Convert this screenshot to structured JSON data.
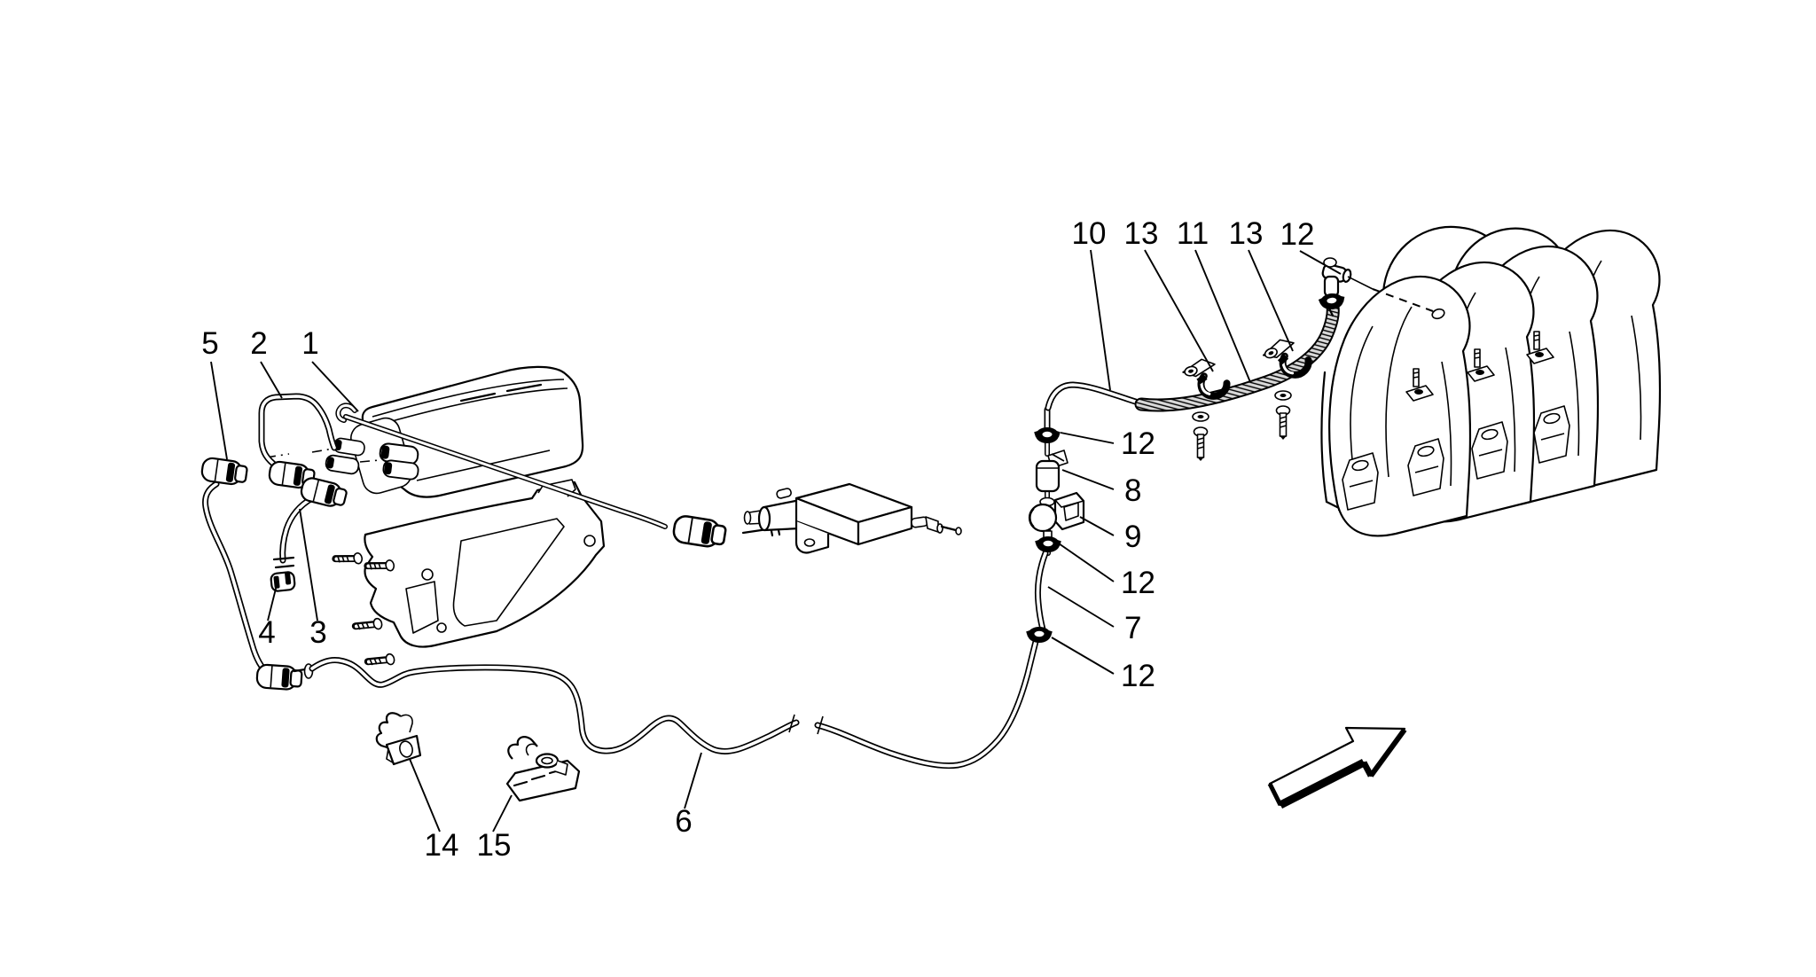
{
  "figure": {
    "colors": {
      "background": "#ffffff",
      "line": "#000000",
      "braid_fill": "#d9d9d9"
    },
    "icons": {
      "direction_arrow": "block-arrow-up-right"
    }
  },
  "callouts": [
    {
      "label": "5"
    },
    {
      "label": "2"
    },
    {
      "label": "1"
    },
    {
      "label": "4"
    },
    {
      "label": "3"
    },
    {
      "label": "14"
    },
    {
      "label": "15"
    },
    {
      "label": "6"
    },
    {
      "label": "10"
    },
    {
      "label": "13"
    },
    {
      "label": "11"
    },
    {
      "label": "13"
    },
    {
      "label": "12"
    },
    {
      "label": "12"
    },
    {
      "label": "8"
    },
    {
      "label": "9"
    },
    {
      "label": "12"
    },
    {
      "label": "7"
    },
    {
      "label": "12"
    }
  ]
}
